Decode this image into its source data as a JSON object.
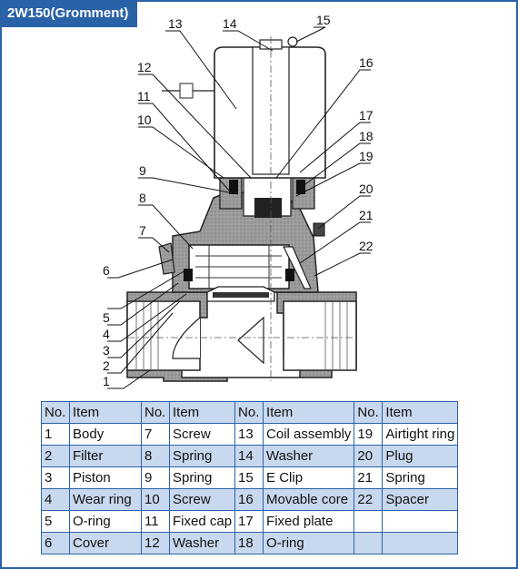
{
  "title": "2W150(Gromment)",
  "colors": {
    "accent": "#2a62a8",
    "table_shade": "#c8d8ee"
  },
  "callouts": [
    "1",
    "2",
    "3",
    "4",
    "5",
    "6",
    "7",
    "8",
    "9",
    "10",
    "11",
    "12",
    "13",
    "14",
    "15",
    "16",
    "17",
    "18",
    "19",
    "20",
    "21",
    "22"
  ],
  "table": {
    "headers": [
      "No.",
      "Item",
      "No.",
      "Item",
      "No.",
      "Item",
      "No.",
      "Item"
    ],
    "rows": [
      [
        "1",
        "Body",
        "7",
        "Screw",
        "13",
        "Coil assembly",
        "19",
        "Airtight ring"
      ],
      [
        "2",
        "Filter",
        "8",
        "Spring",
        "14",
        "Washer",
        "20",
        "Plug"
      ],
      [
        "3",
        "Piston",
        "9",
        "Spring",
        "15",
        "E Clip",
        "21",
        "Spring"
      ],
      [
        "4",
        "Wear ring",
        "10",
        "Screw",
        "16",
        "Movable core",
        "22",
        "Spacer"
      ],
      [
        "5",
        "O-ring",
        "11",
        "Fixed cap",
        "17",
        "Fixed plate",
        "",
        ""
      ],
      [
        "6",
        "Cover",
        "12",
        "Washer",
        "18",
        "O-ring",
        "",
        ""
      ]
    ]
  }
}
